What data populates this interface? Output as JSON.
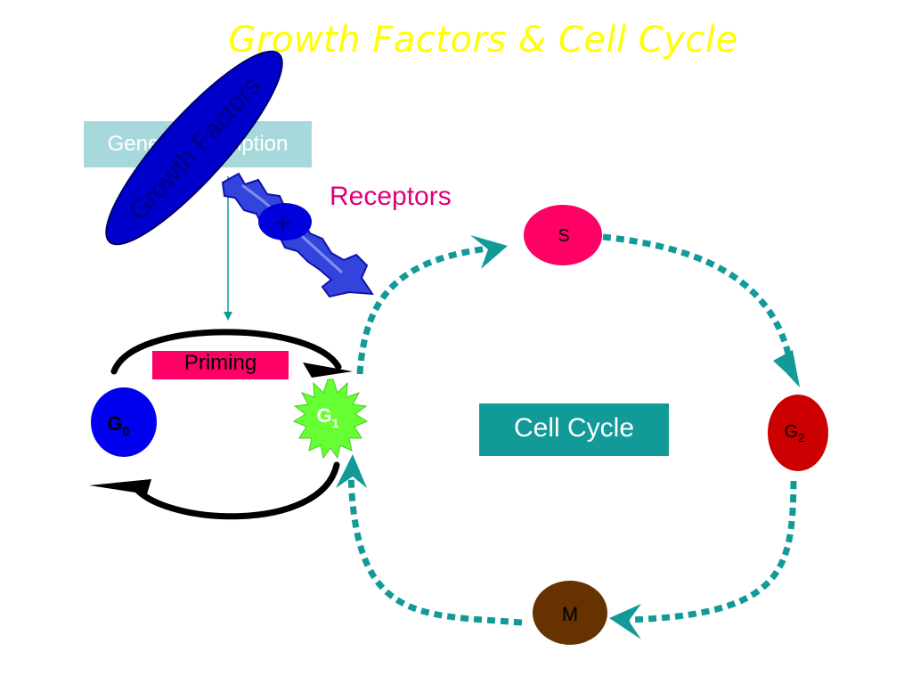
{
  "title": "Growth Factors & Cell Cycle",
  "growth_factors_label": "Growth Factors",
  "gene_transcription_label": "Gene Transcription",
  "receptors_label": "Receptors",
  "plus_label": "+",
  "priming_label": "Priming",
  "cell_cycle_label_word1": "Cell",
  "cell_cycle_label_word2": "Cycle",
  "phases": {
    "g0": {
      "main": "G",
      "sub": "0"
    },
    "g1": {
      "main": "G",
      "sub": "1"
    },
    "s": {
      "main": "S"
    },
    "g2": {
      "main": "G",
      "sub": "2"
    },
    "m": {
      "main": "M"
    }
  },
  "colors": {
    "title": "#ffff00",
    "growth_factors_ellipse": "#0000cc",
    "growth_factors_text": "#000080",
    "gene_box_fill": "#a7d9dc",
    "gene_box_text": "#ffffff",
    "receptors_text": "#e0007a",
    "priming_fill": "#ff0066",
    "g0_fill": "#0000ee",
    "g1_fill": "#66ff33",
    "s_fill": "#ff0066",
    "g2_fill": "#cc0000",
    "m_fill": "#663300",
    "cycle_arrow": "#129a98",
    "cell_cycle_box": "#129a98",
    "blue_arrow": "#3344dd"
  }
}
